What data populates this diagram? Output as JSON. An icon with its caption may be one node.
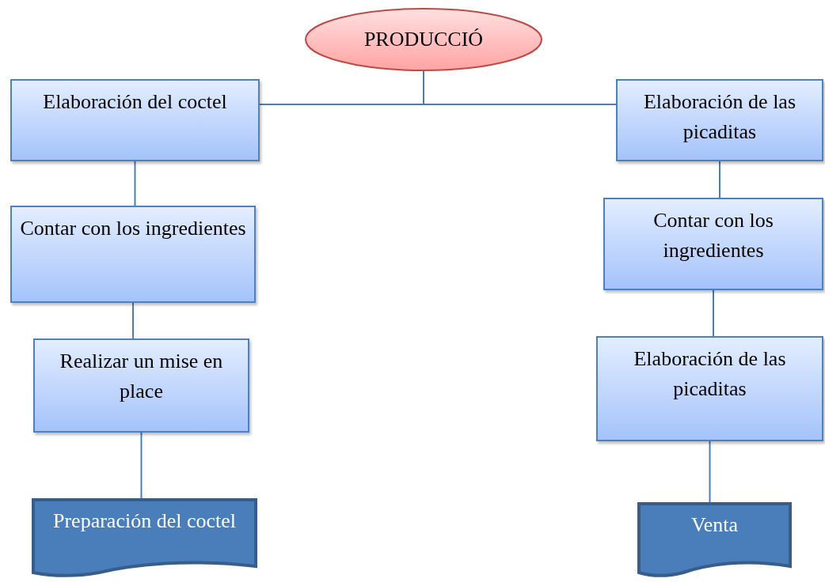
{
  "diagram": {
    "nodes": [
      {
        "text": [
          "PRODUCCIÓ"
        ]
      },
      {
        "text": [
          "Elaboración del coctel"
        ]
      },
      {
        "text": [
          "Elaboración de las picaditas"
        ]
      },
      {
        "text": [
          "Contar con los ingredientes"
        ]
      },
      {
        "text": [
          "Realizar un mise en place"
        ]
      },
      {
        "text": [
          "Preparación del coctel"
        ]
      },
      {
        "text": [
          "Contar con los ingredientes"
        ]
      },
      {
        "text": [
          "Elaboración de las picaditas"
        ]
      },
      {
        "text": [
          "Venta"
        ]
      }
    ],
    "edges": [
      {
        "from": 0,
        "to": 1,
        "arrow": "none"
      },
      {
        "from": 0,
        "to": 2,
        "arrow": "none"
      },
      {
        "from": 1,
        "to": 3,
        "arrow": "none"
      },
      {
        "from": 3,
        "to": 4,
        "arrow": "none"
      },
      {
        "from": 4,
        "to": 5,
        "arrow": "none"
      },
      {
        "from": 2,
        "to": 6,
        "arrow": "none"
      },
      {
        "from": 6,
        "to": 7,
        "arrow": "none"
      },
      {
        "from": 7,
        "to": 8,
        "arrow": "none"
      }
    ]
  }
}
